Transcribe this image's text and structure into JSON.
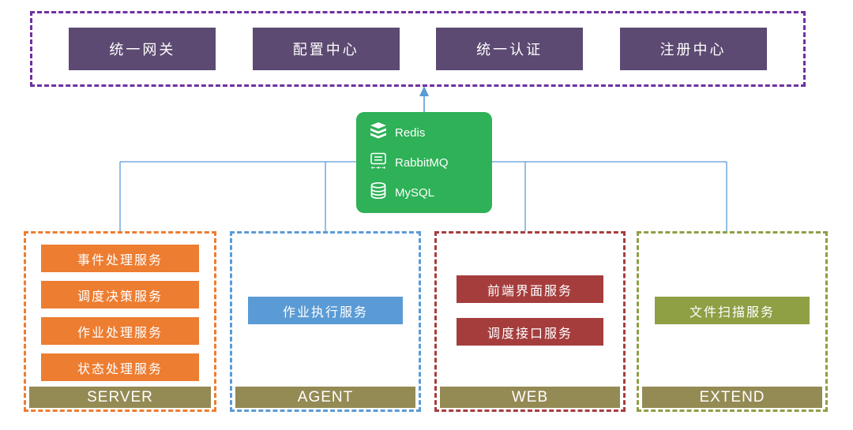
{
  "top_services": {
    "border_color": "#7030A0",
    "box_color": "#5C4A72",
    "items": [
      {
        "label": "统一网关"
      },
      {
        "label": "配置中心"
      },
      {
        "label": "统一认证"
      },
      {
        "label": "注册中心"
      }
    ]
  },
  "middleware": {
    "background": "#2EB157",
    "items": [
      {
        "name": "Redis",
        "icon": "redis-icon"
      },
      {
        "name": "RabbitMQ",
        "icon": "rabbitmq-icon"
      },
      {
        "name": "MySQL",
        "icon": "mysql-icon"
      }
    ]
  },
  "groups": [
    {
      "name": "SERVER",
      "accent": "#ED7D31",
      "services": [
        {
          "label": "事件处理服务"
        },
        {
          "label": "调度决策服务"
        },
        {
          "label": "作业处理服务"
        },
        {
          "label": "状态处理服务"
        }
      ]
    },
    {
      "name": "AGENT",
      "accent": "#5B9BD5",
      "services": [
        {
          "label": "作业执行服务"
        }
      ]
    },
    {
      "name": "WEB",
      "accent": "#A63D3D",
      "services": [
        {
          "label": "前端界面服务"
        },
        {
          "label": "调度接口服务"
        }
      ]
    },
    {
      "name": "EXTEND",
      "accent": "#8E9F44",
      "services": [
        {
          "label": "文件扫描服务"
        }
      ]
    }
  ],
  "footer_bar_color": "#948A54",
  "connector_color": "#5B9BD5"
}
